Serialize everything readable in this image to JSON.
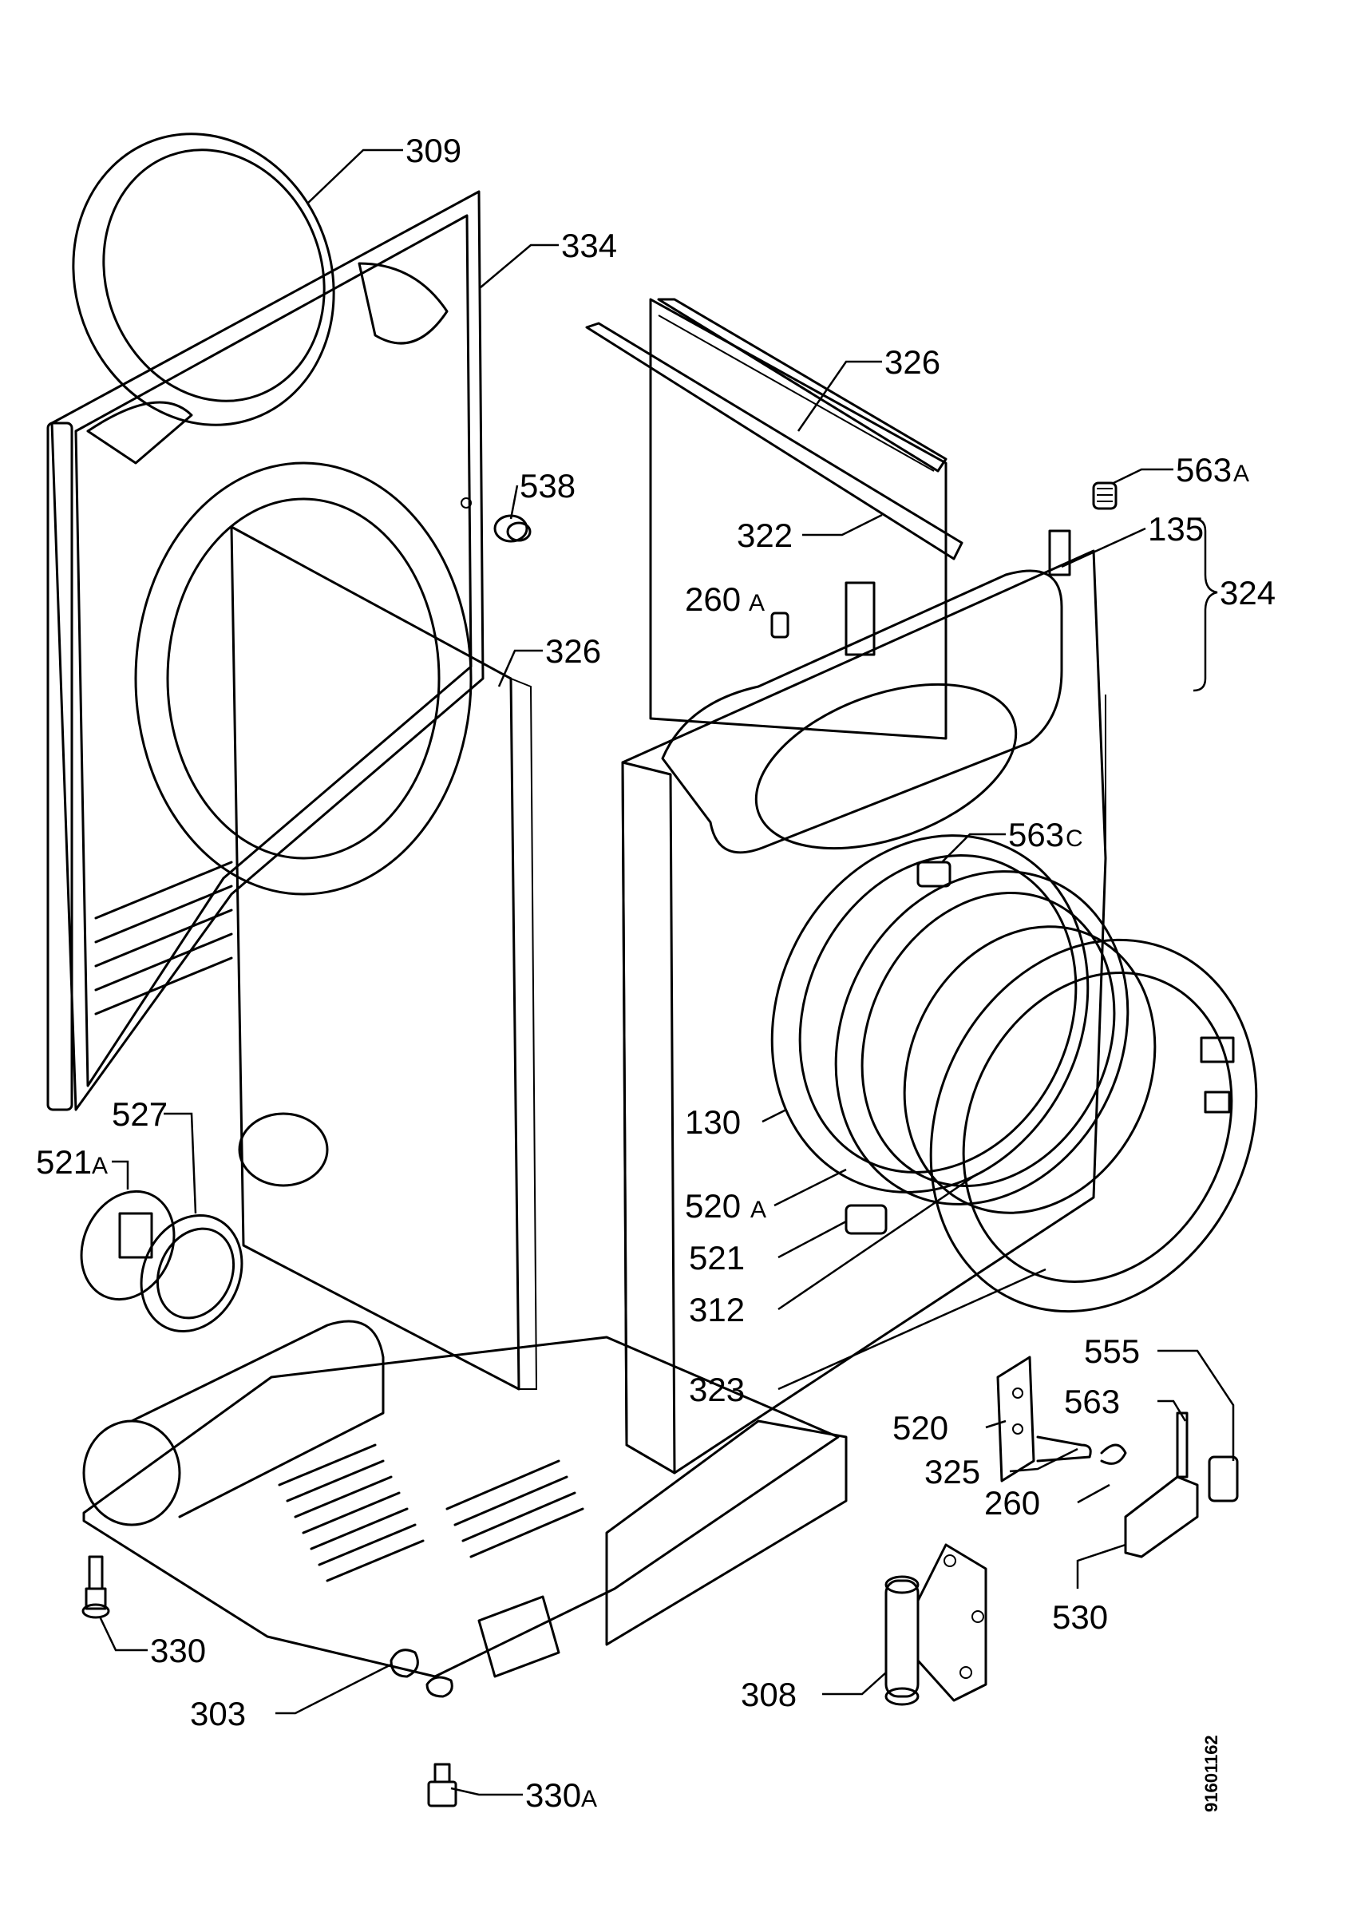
{
  "labels": {
    "p309": "309",
    "p334": "334",
    "p326_top": "326",
    "p538": "538",
    "p563a_top": "563",
    "p563a_top_suffix": "A",
    "p322": "322",
    "p135": "135",
    "p324": "324",
    "p260a": "260",
    "p260a_suffix": "A",
    "p326_mid": "326",
    "p563c": "563",
    "p563c_suffix": "C",
    "p527": "527",
    "p521a": "521",
    "p521a_suffix": "A",
    "p130": "130",
    "p520a": "520",
    "p520a_suffix": "A",
    "p521": "521",
    "p312": "312",
    "p323": "323",
    "p555": "555",
    "p563": "563",
    "p520": "520",
    "p325": "325",
    "p260": "260",
    "p530": "530",
    "p330": "330",
    "p303": "303",
    "p308": "308",
    "p330a": "330",
    "p330a_suffix": "A"
  },
  "document_number": "91601162"
}
